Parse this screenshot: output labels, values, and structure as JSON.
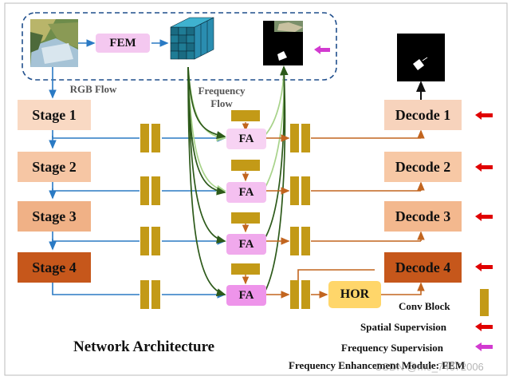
{
  "fem": {
    "label": "FEM"
  },
  "flows": {
    "rgb": "RGB Flow",
    "frequency": "Frequency\nFlow"
  },
  "stages": [
    "Stage 1",
    "Stage 2",
    "Stage 3",
    "Stage 4"
  ],
  "decoders": [
    "Decode 1",
    "Decode 2",
    "Decode 3",
    "Decode 4"
  ],
  "fa_label": "FA",
  "hor": {
    "label": "HOR"
  },
  "title": "Network Architecture",
  "legend": {
    "conv_block": "Conv Block",
    "spatial_supervision": "Spatial Supervision",
    "frequency_supervision": "Frequency Supervision",
    "frequency_enhancement": "Frequency Enhancement Module: FEM"
  },
  "watermark": "CSDN @m0_74672006",
  "colors": {
    "stage1": "#f9d9c3",
    "stage2": "#f6c6a4",
    "stage3": "#f0b186",
    "stage4": "#c6571b",
    "decode": "#f7c8a5",
    "fem": "#f4c8f0",
    "fa_light": "#f7d3f3",
    "fa_dark": "#ee94ea",
    "hor": "#ffd66a",
    "rgb_arrow": "#2a7ac4",
    "freq_dark": "#2d5a1a",
    "freq_light": "#a8d38a",
    "decoder_arrow": "#c2651f",
    "spatial_arrow": "#e00000",
    "freq_sup_arrow": "#d23ad0",
    "conv": "#c39a17",
    "dashed_border": "#1f4e8c"
  }
}
